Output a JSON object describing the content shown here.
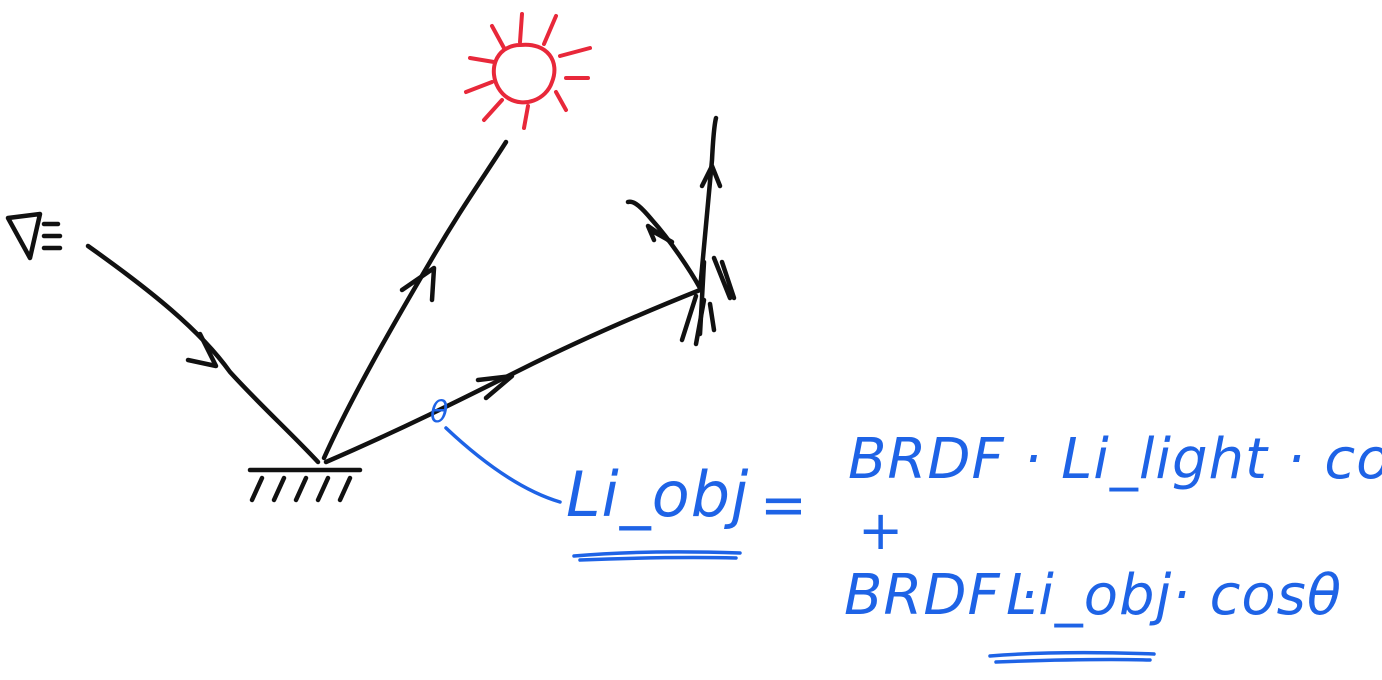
{
  "diagram": {
    "eye_icon": "eye-icon",
    "light_icon": "sun-icon",
    "surface_icon": "surface-hatch-icon",
    "object_icon": "object-hatch-icon",
    "angle_mark": "θ",
    "colors": {
      "ink": "#111111",
      "light": "#e8283a",
      "annotation": "#1e63e6"
    }
  },
  "equation": {
    "lhs": "Li_obj",
    "equals": "=",
    "term1": "BRDF · Li_light · cosθ",
    "plus": "+",
    "term2_prefix": "BRDF ·",
    "term2_highlight": "Li_obj",
    "term2_suffix": "· cosθ"
  }
}
